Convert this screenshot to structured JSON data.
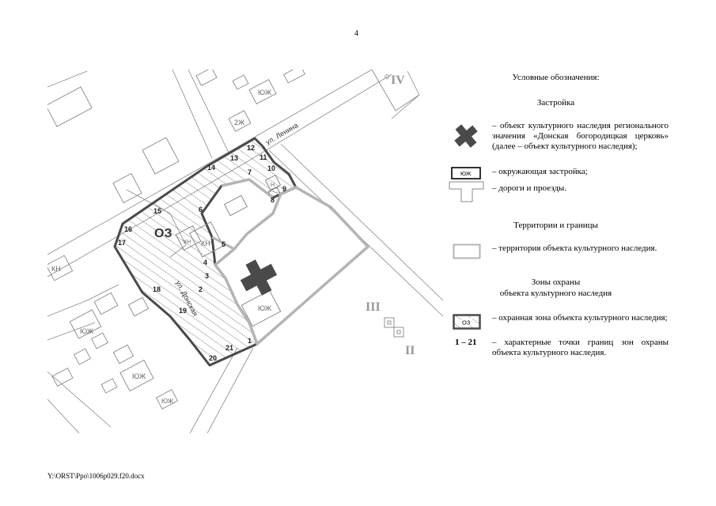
{
  "page_number": "4",
  "footer_path": "Y:\\ORST\\Ppo\\1006p029.f20.docx",
  "map": {
    "zone_label": "ОЗ",
    "street_lenina": "ул. Ленина",
    "street_donskaya": "ул. Донская",
    "roman_labels": [
      "IV",
      "III",
      "II"
    ],
    "building_labels": [
      "ЮЖ",
      "2Ж",
      "КН",
      "КН",
      "КН",
      "ЮЖ",
      "ЮЖ",
      "ЮЖ",
      "ЮЖ",
      "Н"
    ],
    "boundary_points": [
      "1",
      "2",
      "3",
      "4",
      "5",
      "6",
      "7",
      "8",
      "9",
      "10",
      "11",
      "12",
      "13",
      "14",
      "15",
      "16",
      "17",
      "18",
      "19",
      "20",
      "21"
    ],
    "colors": {
      "zone_boundary": "#4a4a4a",
      "territory": "#b4b4b4",
      "heritage_object": "#4a4a4a",
      "buildings": "#8a8a8a"
    }
  },
  "legend": {
    "title": "Условные обозначения:",
    "section_buildings": "Застройка",
    "heritage_object": "– объект культурного наследия регионального значения «Донская богородицкая церковь» (далее – объект культурного наследия);",
    "surrounding_label": "ЮЖ",
    "surrounding": "– окружающая застройка;",
    "roads": "– дороги и проезды.",
    "section_territories": "Территории и границы",
    "territory": "– территория объекта культурного наследия.",
    "section_zones_line1": "Зоны охраны",
    "section_zones_line2": "объекта культурного наследия",
    "zone_symbol_label": "ОЗ",
    "protection_zone": "– охранная зона объекта культурного наследия;",
    "points_symbol": "1 – 21",
    "characteristic_points": "– характерные точки границ зон охраны объекта культурного наследия."
  }
}
